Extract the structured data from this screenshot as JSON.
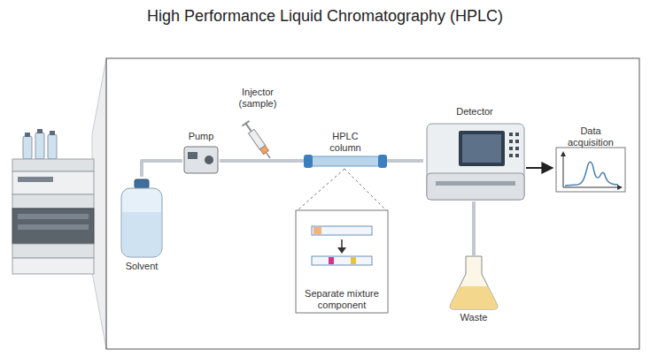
{
  "diagram": {
    "title": "High Performance Liquid Chromatography (HPLC)",
    "nodes": [
      {
        "text": [
          "Solvent"
        ]
      },
      {
        "text": [
          "Pump"
        ]
      },
      {
        "text": [
          "Injector (sample)"
        ]
      },
      {
        "text": [
          "HPLC column"
        ]
      },
      {
        "text": [
          "Detector"
        ]
      },
      {
        "text": [
          "Data acquisition"
        ]
      },
      {
        "text": [
          "Waste"
        ]
      },
      {
        "text": [
          "Separate mixture component"
        ]
      }
    ],
    "edges": [
      {
        "from": 0,
        "to": 1,
        "arrow": "none"
      },
      {
        "from": 1,
        "to": 3,
        "arrow": "none"
      },
      {
        "from": 3,
        "to": 4,
        "arrow": "none"
      },
      {
        "from": 4,
        "to": 5,
        "arrow": "to"
      },
      {
        "from": 4,
        "to": 6,
        "arrow": "none"
      }
    ]
  }
}
